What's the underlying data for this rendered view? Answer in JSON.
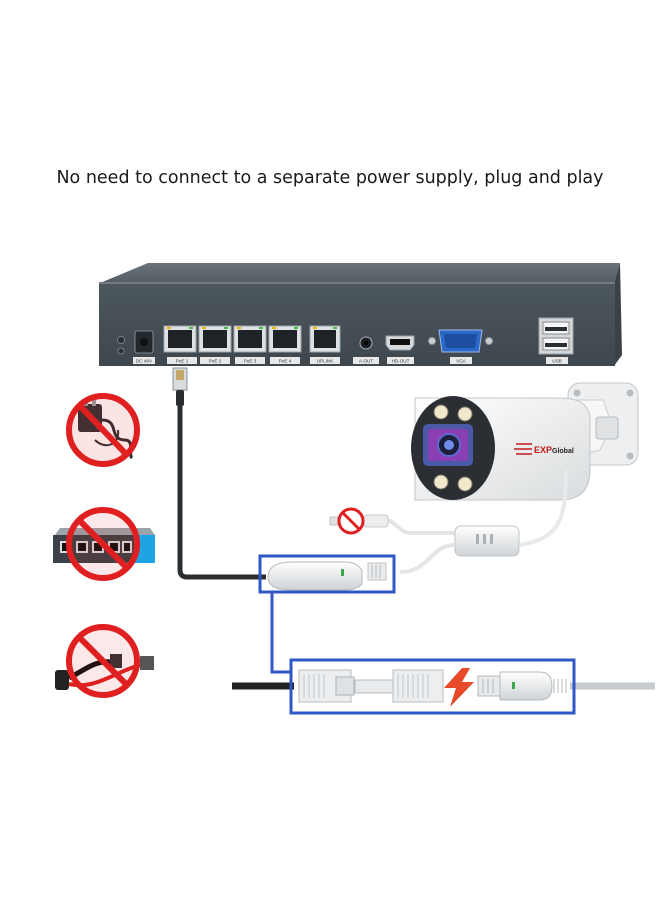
{
  "headline": "No need to connect to a separate power supply, plug and play",
  "nvr": {
    "ports": {
      "dc": "DC 48V",
      "poe1": "PoE 1",
      "poe2": "PoE 2",
      "poe3": "PoE 3",
      "poe4": "PoE 4",
      "uplink": "UPLINK",
      "aout": "A-OUT",
      "hdmi": "HD-OUT",
      "vga": "VGA",
      "usb": "USB"
    }
  },
  "camera": {
    "brand_red": "EXP",
    "brand_dark": "Global"
  },
  "not_needed": [
    "power-adapter-icon",
    "poe-switch-icon",
    "poe-splitter-icon"
  ],
  "colors": {
    "highlight_box": "#2f57c7",
    "prohibit_red": "#e02020",
    "nvr_body": "#4a545c"
  }
}
